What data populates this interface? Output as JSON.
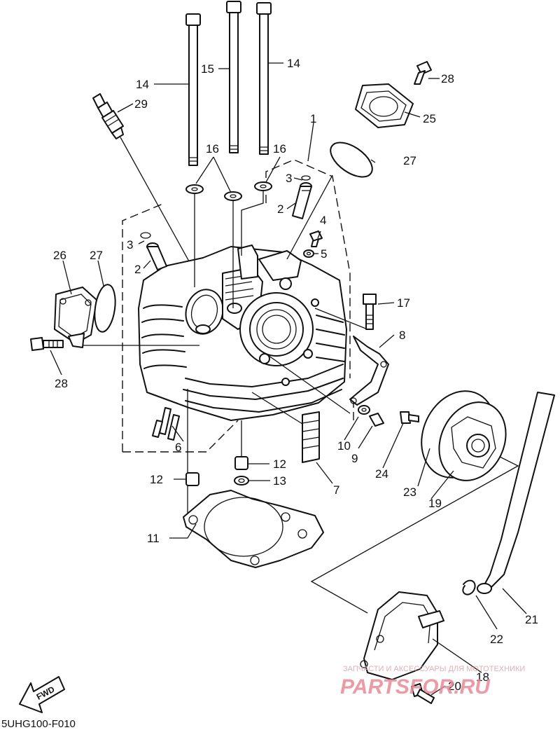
{
  "diagram": {
    "code": "5UHG100-F010",
    "fwd_label": "FWD",
    "callouts": [
      {
        "id": "c1",
        "label": "1"
      },
      {
        "id": "c2a",
        "label": "2"
      },
      {
        "id": "c2b",
        "label": "2"
      },
      {
        "id": "c3a",
        "label": "3"
      },
      {
        "id": "c3b",
        "label": "3"
      },
      {
        "id": "c4",
        "label": "4"
      },
      {
        "id": "c5",
        "label": "5"
      },
      {
        "id": "c6",
        "label": "6"
      },
      {
        "id": "c7",
        "label": "7"
      },
      {
        "id": "c8",
        "label": "8"
      },
      {
        "id": "c9",
        "label": "9"
      },
      {
        "id": "c10",
        "label": "10"
      },
      {
        "id": "c11",
        "label": "11"
      },
      {
        "id": "c12a",
        "label": "12"
      },
      {
        "id": "c12b",
        "label": "12"
      },
      {
        "id": "c13",
        "label": "13"
      },
      {
        "id": "c14a",
        "label": "14"
      },
      {
        "id": "c14b",
        "label": "14"
      },
      {
        "id": "c15",
        "label": "15"
      },
      {
        "id": "c16a",
        "label": "16"
      },
      {
        "id": "c16b",
        "label": "16"
      },
      {
        "id": "c17",
        "label": "17"
      },
      {
        "id": "c18",
        "label": "18"
      },
      {
        "id": "c19",
        "label": "19"
      },
      {
        "id": "c20",
        "label": "20"
      },
      {
        "id": "c21",
        "label": "21"
      },
      {
        "id": "c22",
        "label": "22"
      },
      {
        "id": "c23",
        "label": "23"
      },
      {
        "id": "c24",
        "label": "24"
      },
      {
        "id": "c25",
        "label": "25"
      },
      {
        "id": "c26",
        "label": "26"
      },
      {
        "id": "c27a",
        "label": "27"
      },
      {
        "id": "c27b",
        "label": "27"
      },
      {
        "id": "c28a",
        "label": "28"
      },
      {
        "id": "c28b",
        "label": "28"
      },
      {
        "id": "c29",
        "label": "29"
      }
    ]
  },
  "watermark": {
    "caption": "ЗАПЧАСТИ И АКСЕССУАРЫ ДЛЯ МОТОТЕХНИКИ",
    "brand": "PARTSFOR.RU",
    "color": "#e98a96"
  }
}
